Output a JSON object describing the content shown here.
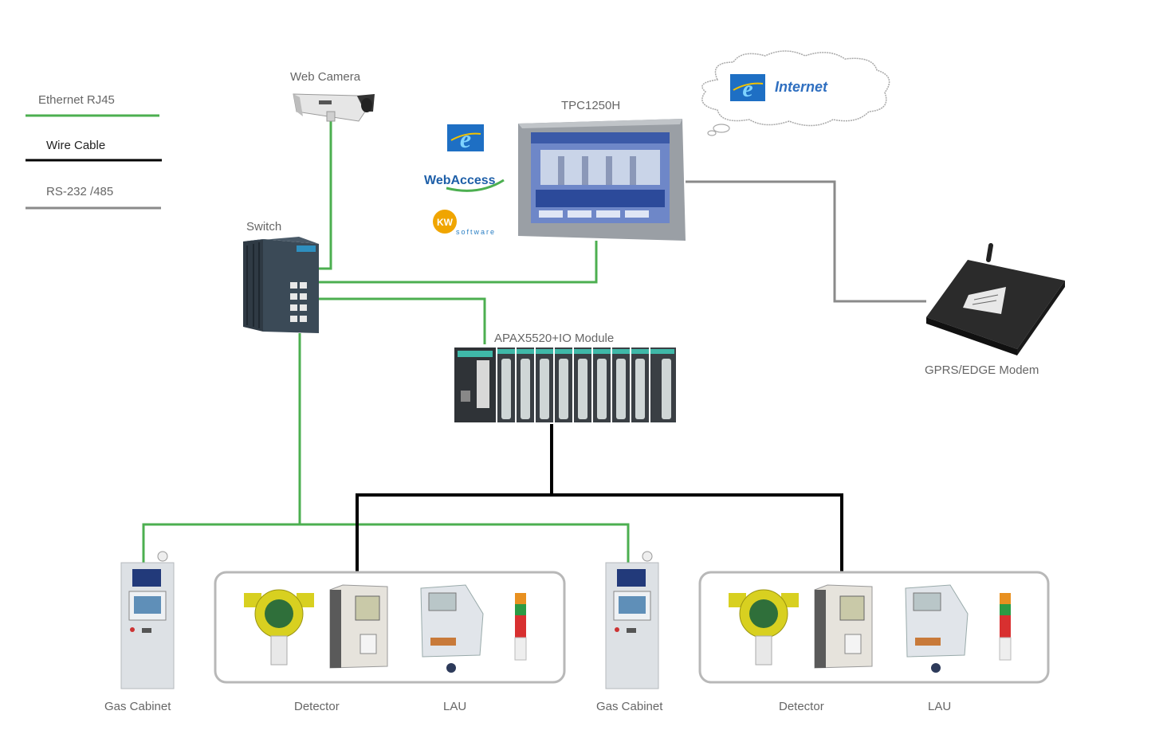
{
  "legend": {
    "items": [
      {
        "label": "Ethernet   RJ45",
        "color": "#4caf50"
      },
      {
        "label": "Wire Cable",
        "color": "#000000"
      },
      {
        "label": "RS-232 /485",
        "color": "#8a8a8a"
      }
    ]
  },
  "devices": {
    "web_camera": "Web Camera",
    "switch": "Switch",
    "tpc": "TPC1250H",
    "internet": "Internet",
    "webaccess": "WebAccess",
    "kw_software": "software",
    "apax": "APAX5520+IO Module",
    "modem": "GPRS/EDGE Modem"
  },
  "field_devices": {
    "left": {
      "gas_cabinet": "Gas Cabinet",
      "detector": "Detector",
      "lau": "LAU"
    },
    "right": {
      "gas_cabinet": "Gas Cabinet",
      "detector": "Detector",
      "lau": "LAU"
    }
  },
  "colors": {
    "ethernet": "#4caf50",
    "wire": "#000000",
    "serial": "#8a8a8a",
    "ie_blue": "#1e6fc4"
  }
}
